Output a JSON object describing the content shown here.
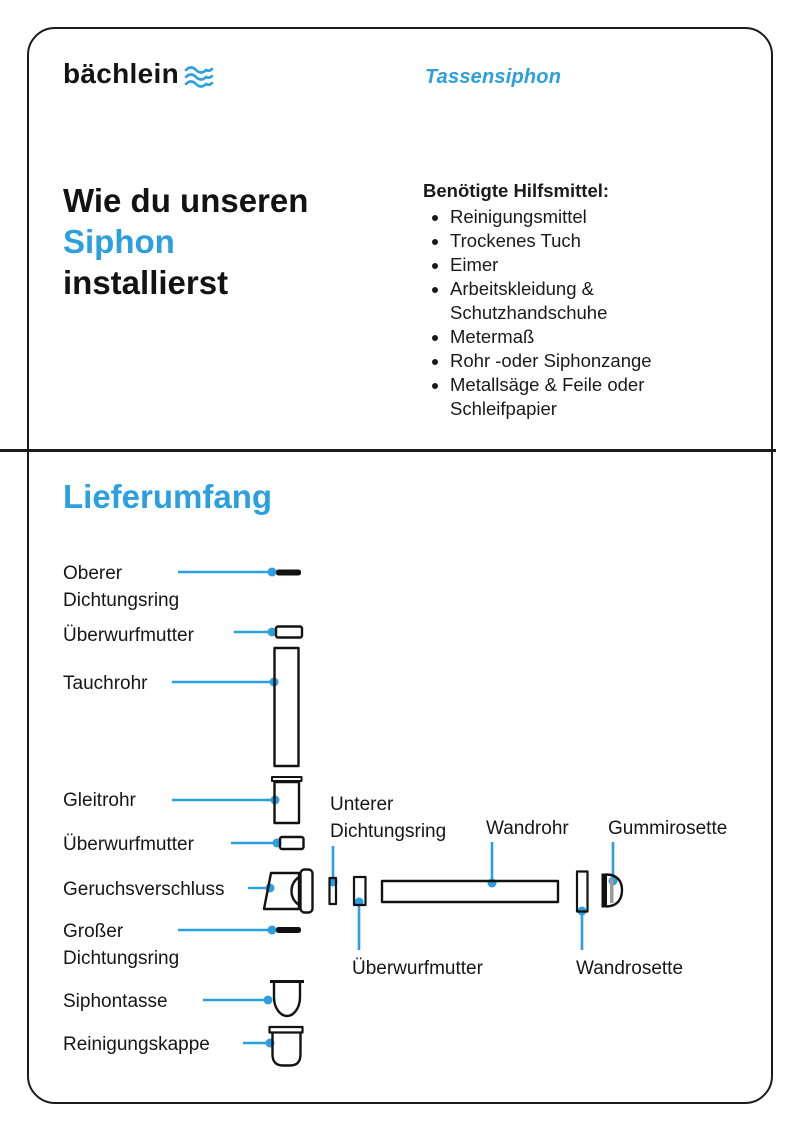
{
  "brand": "bächlein",
  "brand_mark_icon": "triple-wave-icon",
  "product_title": "Tassensiphon",
  "heading": {
    "line1": "Wie du unseren",
    "line2": "Siphon",
    "line3": "installierst"
  },
  "tools": {
    "title": "Benötigte Hilfsmittel:",
    "items": [
      "Reinigungsmittel",
      "Trockenes Tuch",
      "Eimer",
      "Arbeitskleidung & Schutzhandschuhe",
      "Metermaß",
      "Rohr -oder Siphonzange",
      "Metallsäge & Feile oder Schleifpapier"
    ]
  },
  "delivery": {
    "title": "Lieferumfang",
    "parts": [
      "Oberer Dichtungsring",
      "Überwurfmutter",
      "Tauchrohr",
      "Gleitrohr",
      "Überwurfmutter",
      "Geruchsverschluss",
      "Großer Dichtungsring",
      "Siphontasse",
      "Reinigungskappe",
      "Unterer Dichtungsring",
      "Überwurfmutter",
      "Wandrohr",
      "Wandrosette",
      "Gummirosette"
    ]
  },
  "colors": {
    "accent_blue": "#2B9FE0",
    "ink_black": "#1B1B1B",
    "background": "#FFFFFF"
  }
}
